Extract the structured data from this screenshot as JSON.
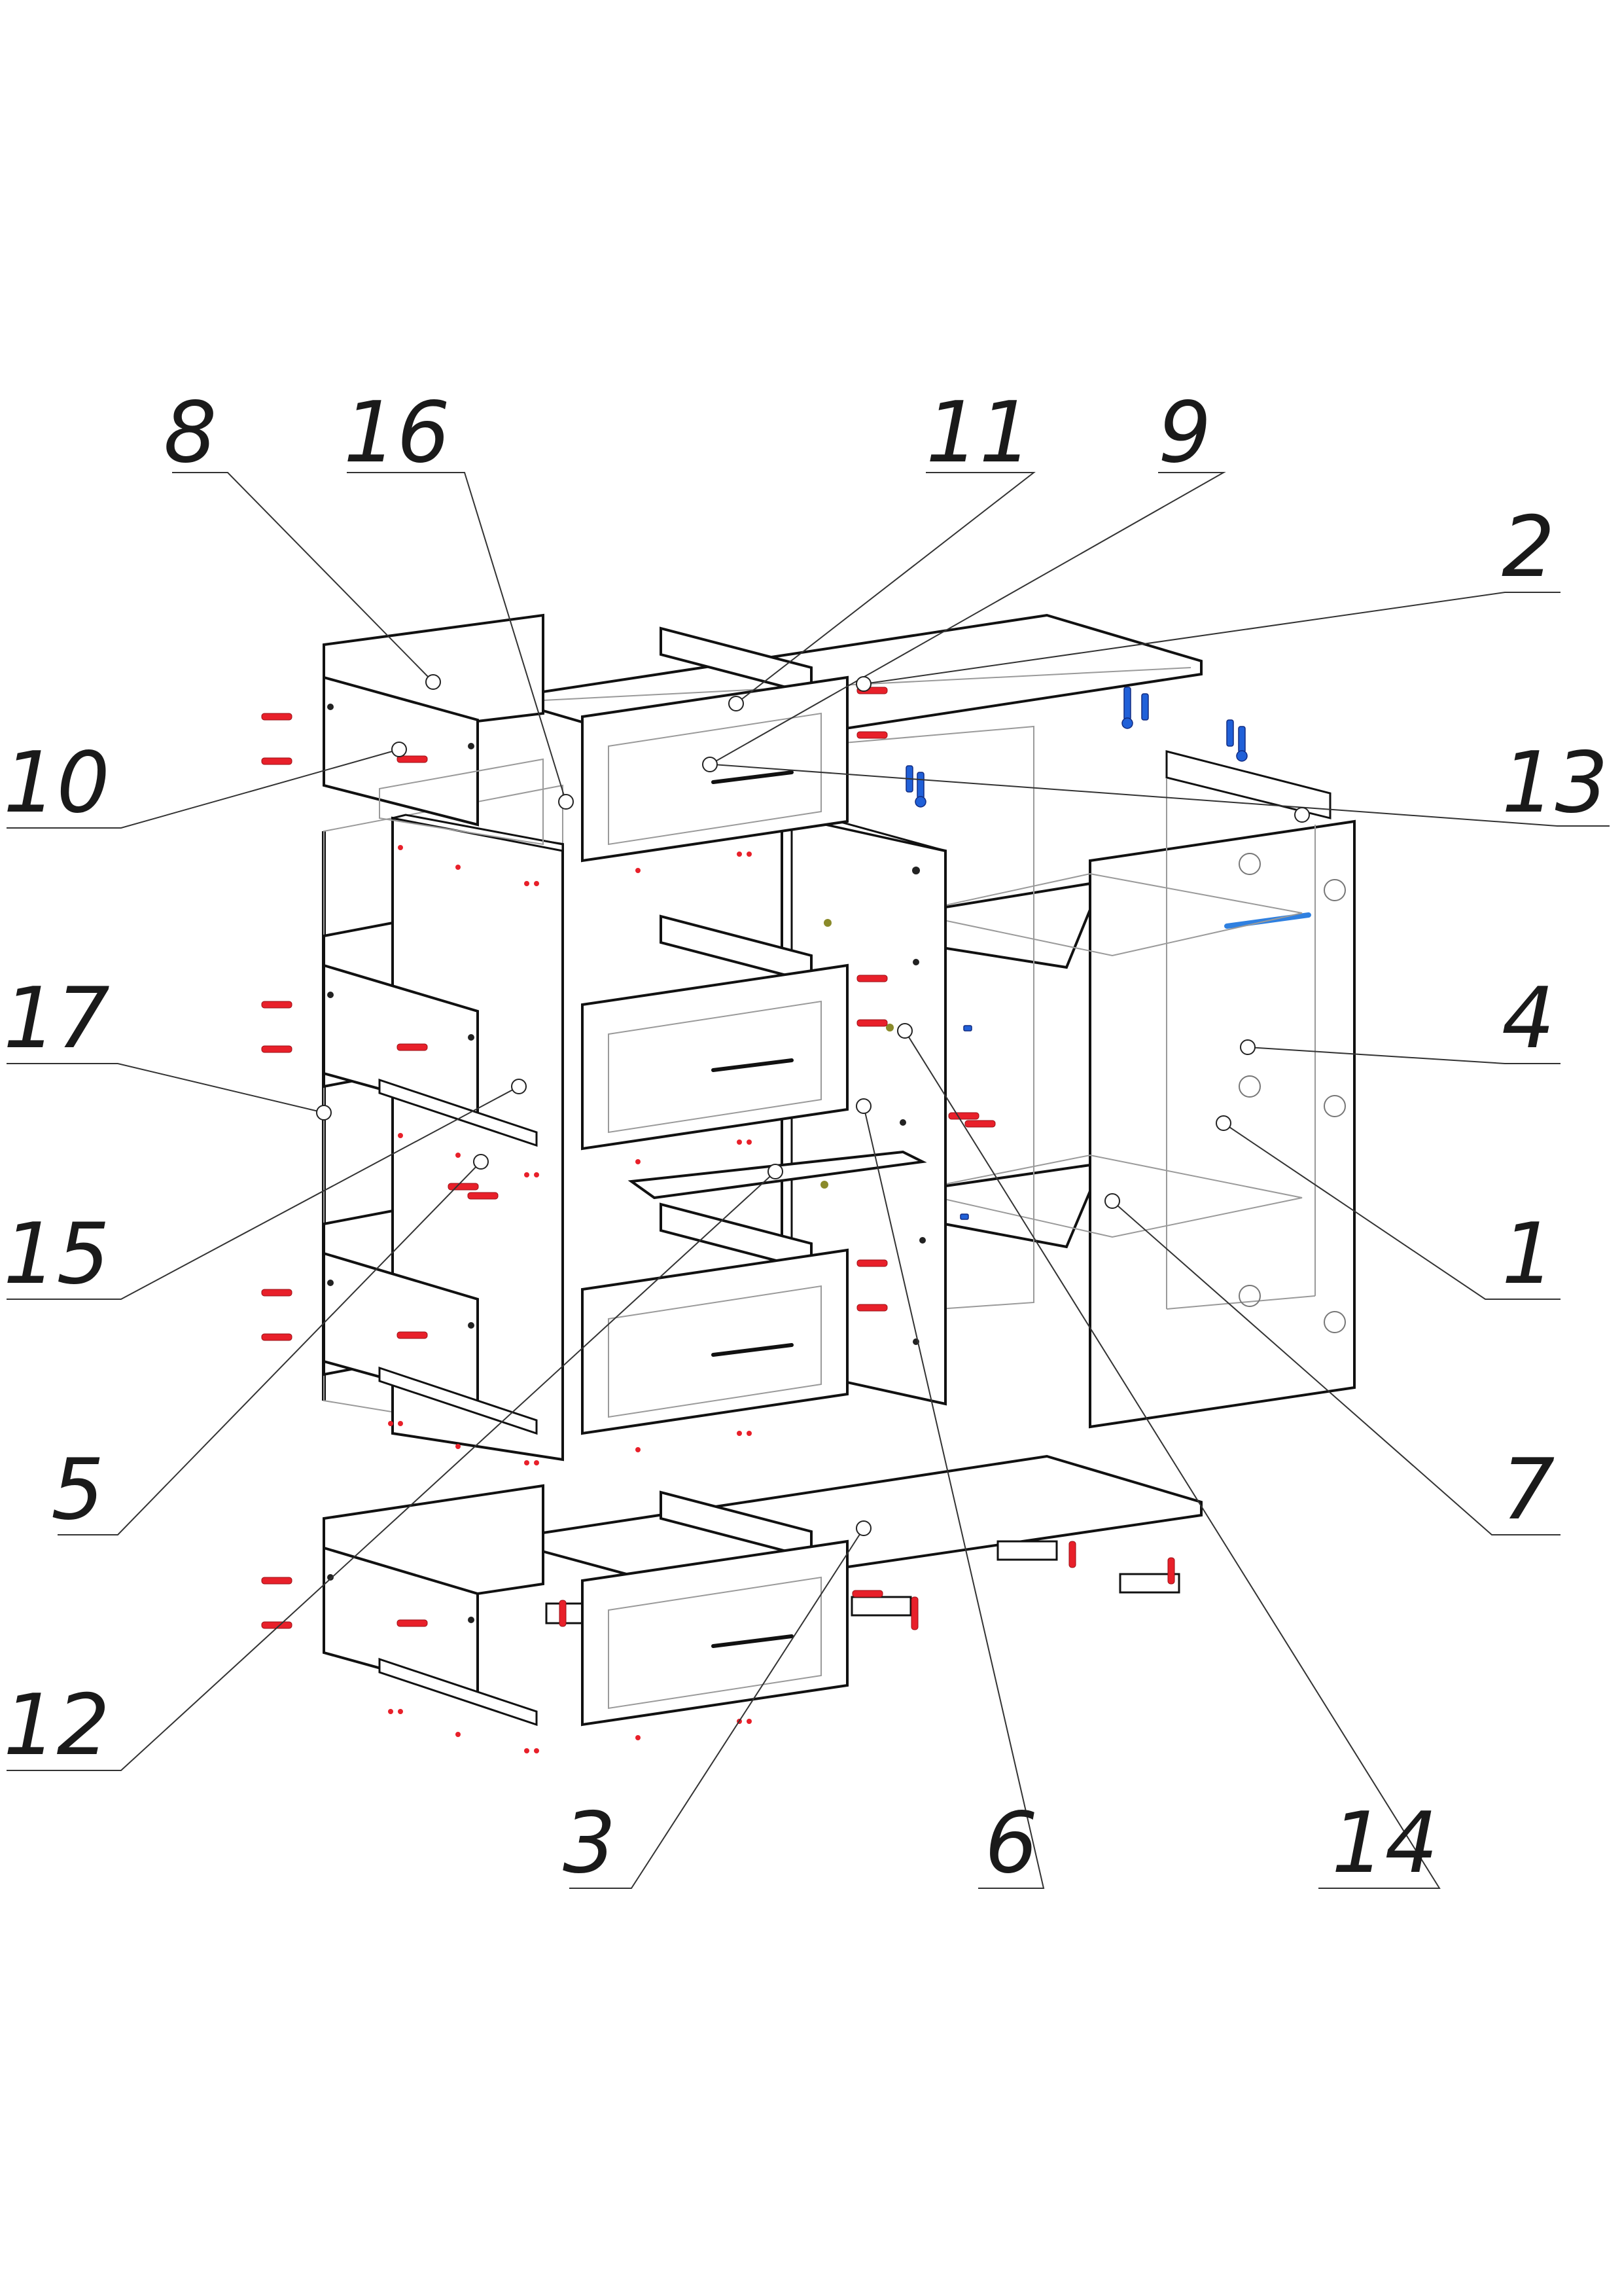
{
  "diagram": {
    "part_labels": [
      "8",
      "16",
      "11",
      "9",
      "2",
      "10",
      "13",
      "17",
      "4",
      "15",
      "1",
      "5",
      "7",
      "12",
      "3",
      "6",
      "14"
    ]
  },
  "colors": {
    "line": "#111111",
    "dowel": "#e8202a",
    "cam": "#2060d8",
    "handle_accent": "#2f80e0"
  }
}
